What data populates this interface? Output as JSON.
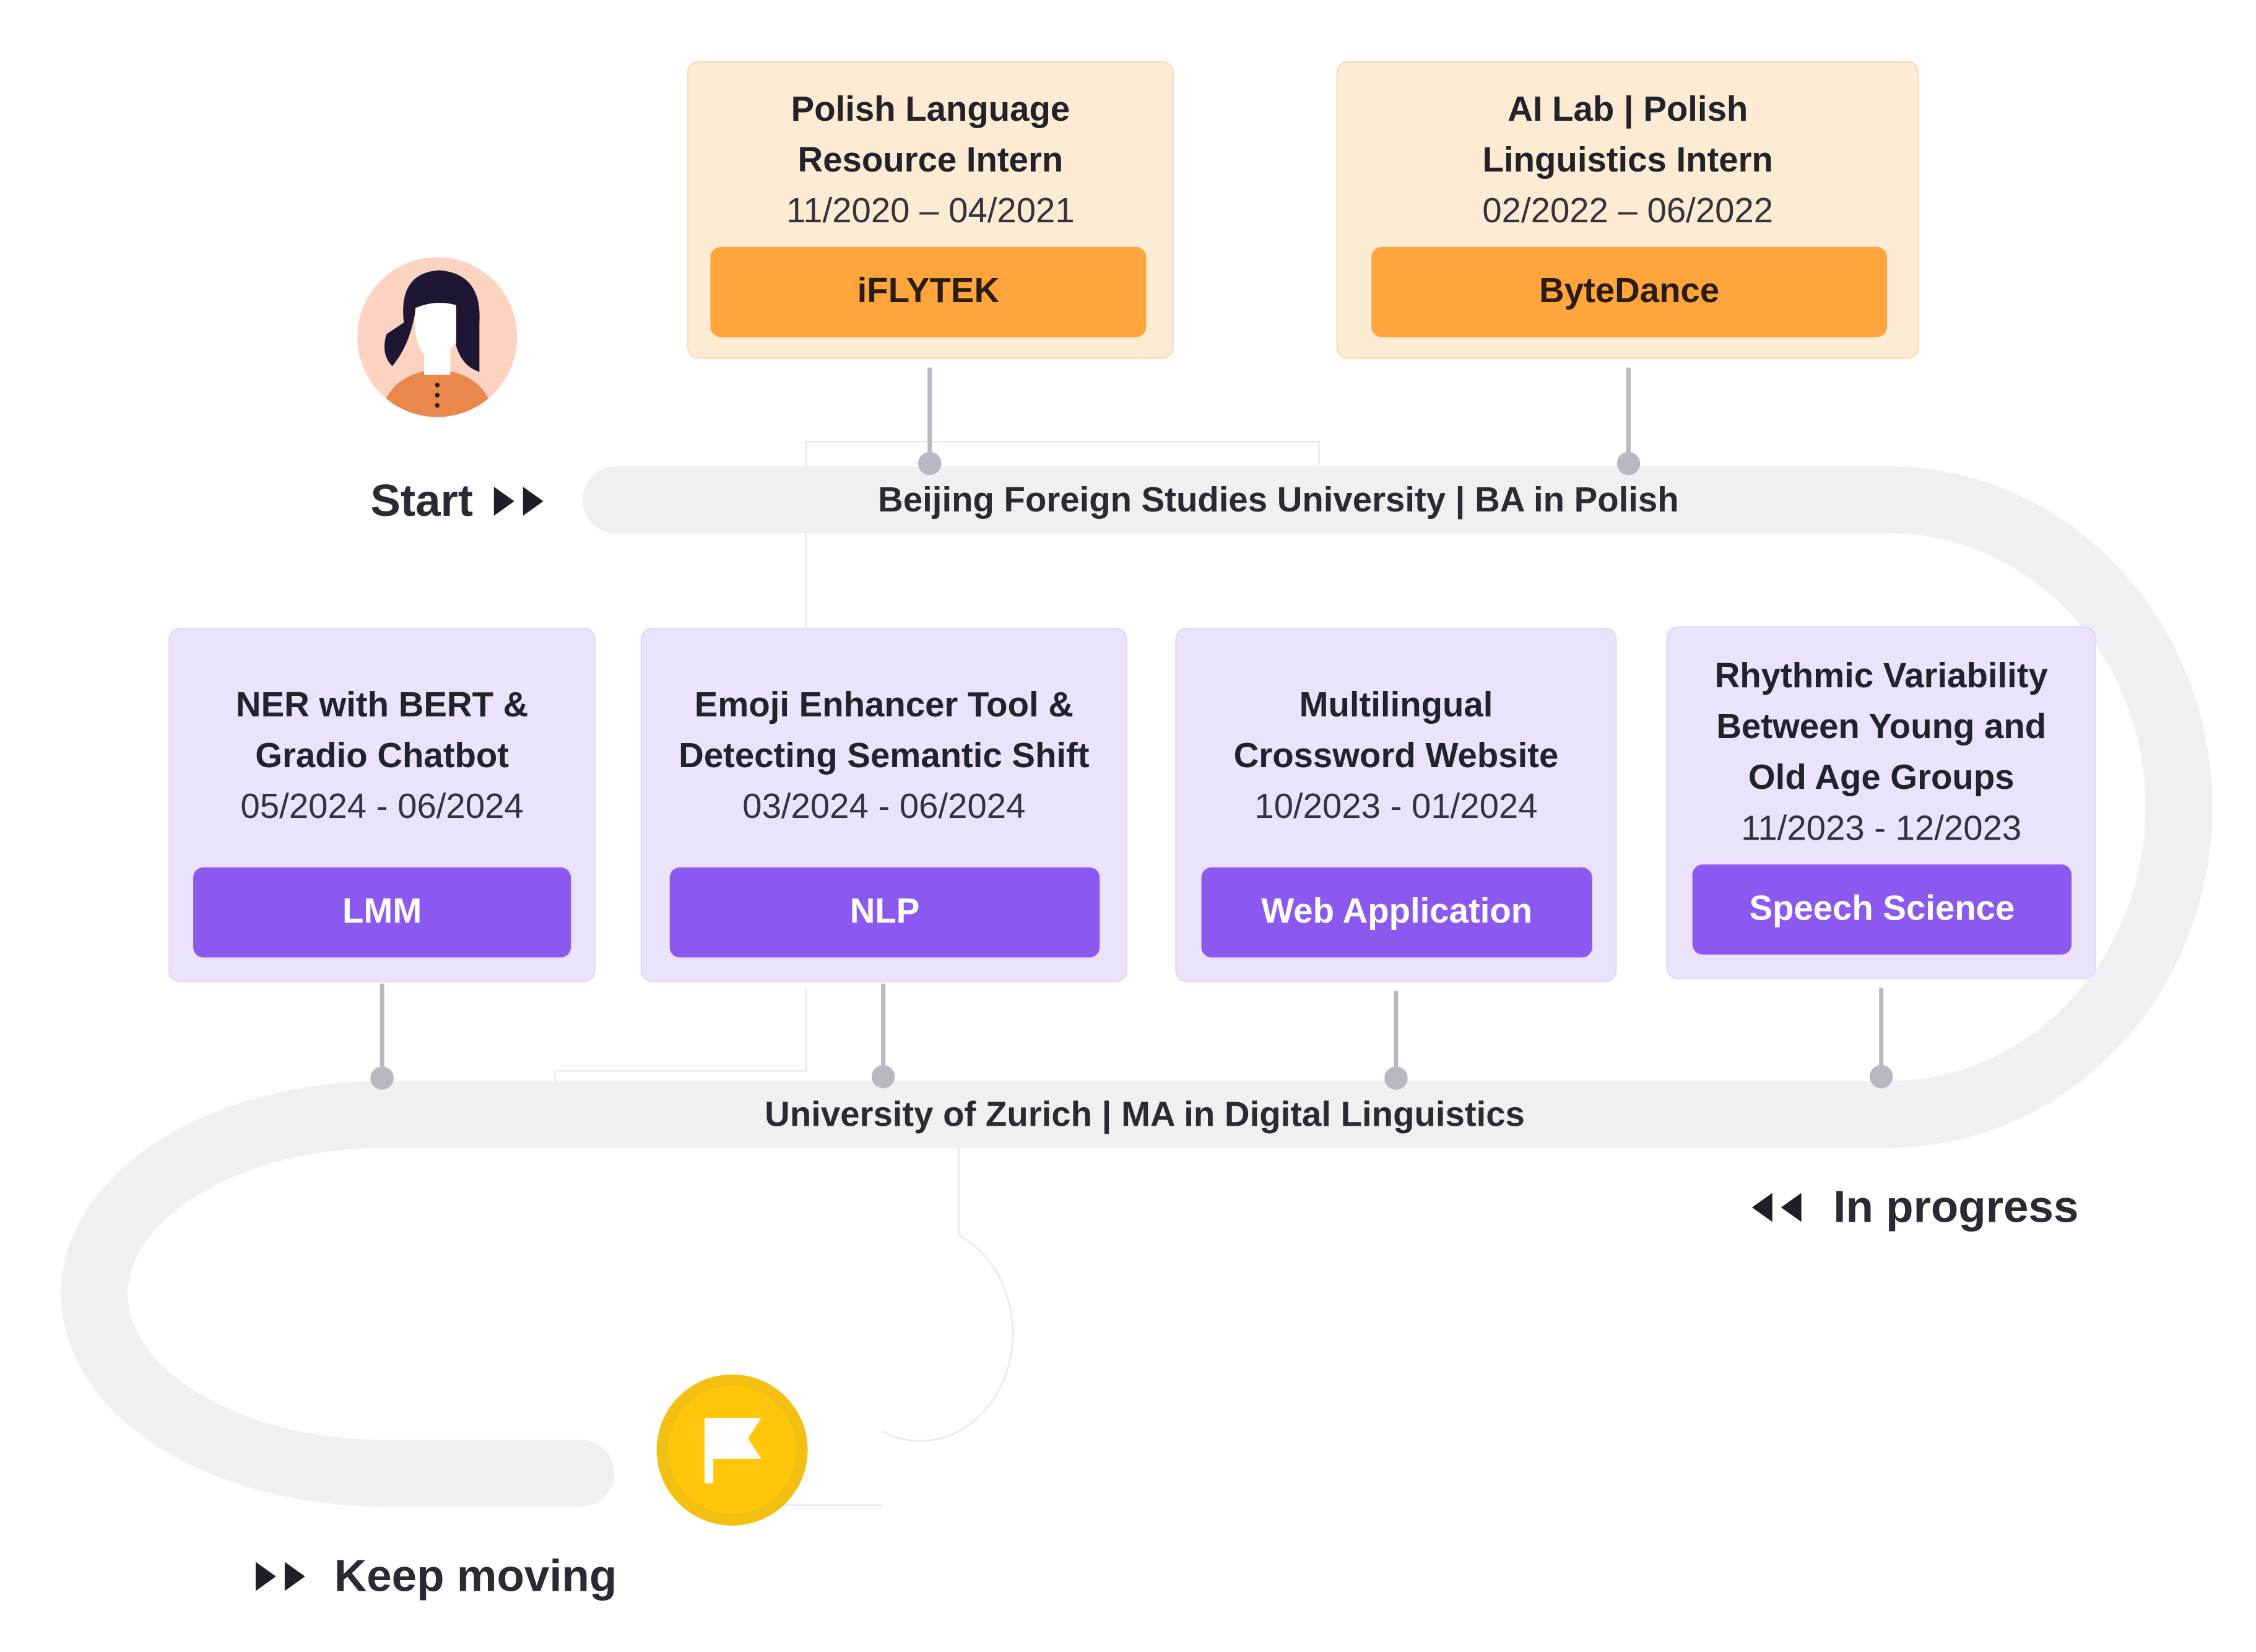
{
  "roads": {
    "upper_label": "Beijing Foreign Studies University | BA in Polish",
    "lower_label": "University of Zurich | MA in Digital Linguistics"
  },
  "markers": {
    "start": "Start",
    "in_progress": "In progress",
    "keep_moving": "Keep moving"
  },
  "experiences": [
    {
      "title": "Polish Language\nResource Intern",
      "dates": "11/2020 – 04/2021",
      "tag": "iFLYTEK"
    },
    {
      "title": "AI Lab | Polish\nLinguistics Intern",
      "dates": "02/2022 – 06/2022",
      "tag": "ByteDance"
    }
  ],
  "projects": [
    {
      "title": "NER with BERT &\nGradio Chatbot",
      "dates": "05/2024 - 06/2024",
      "tag": "LMM"
    },
    {
      "title": "Emoji Enhancer Tool &\nDetecting Semantic Shift",
      "dates": "03/2024 - 06/2024",
      "tag": "NLP"
    },
    {
      "title": "Multilingual\nCrossword Website",
      "dates": "10/2023 - 01/2024",
      "tag": "Web Application"
    },
    {
      "title": "Rhythmic Variability\nBetween Young and\nOld Age Groups",
      "dates": "11/2023 - 12/2023",
      "tag": "Speech Science"
    }
  ],
  "colors": {
    "road": "#eff0f1",
    "work_card": "#fdebd3",
    "work_tag": "#ffa53c",
    "project_card": "#ebe3fb",
    "project_tag": "#8b58f0",
    "flag_badge": "#ffc60a",
    "avatar_bg": "#fcd2c0"
  },
  "icons": [
    "avatar-icon",
    "play-arrows-icon",
    "rewind-arrows-icon",
    "flag-icon"
  ]
}
